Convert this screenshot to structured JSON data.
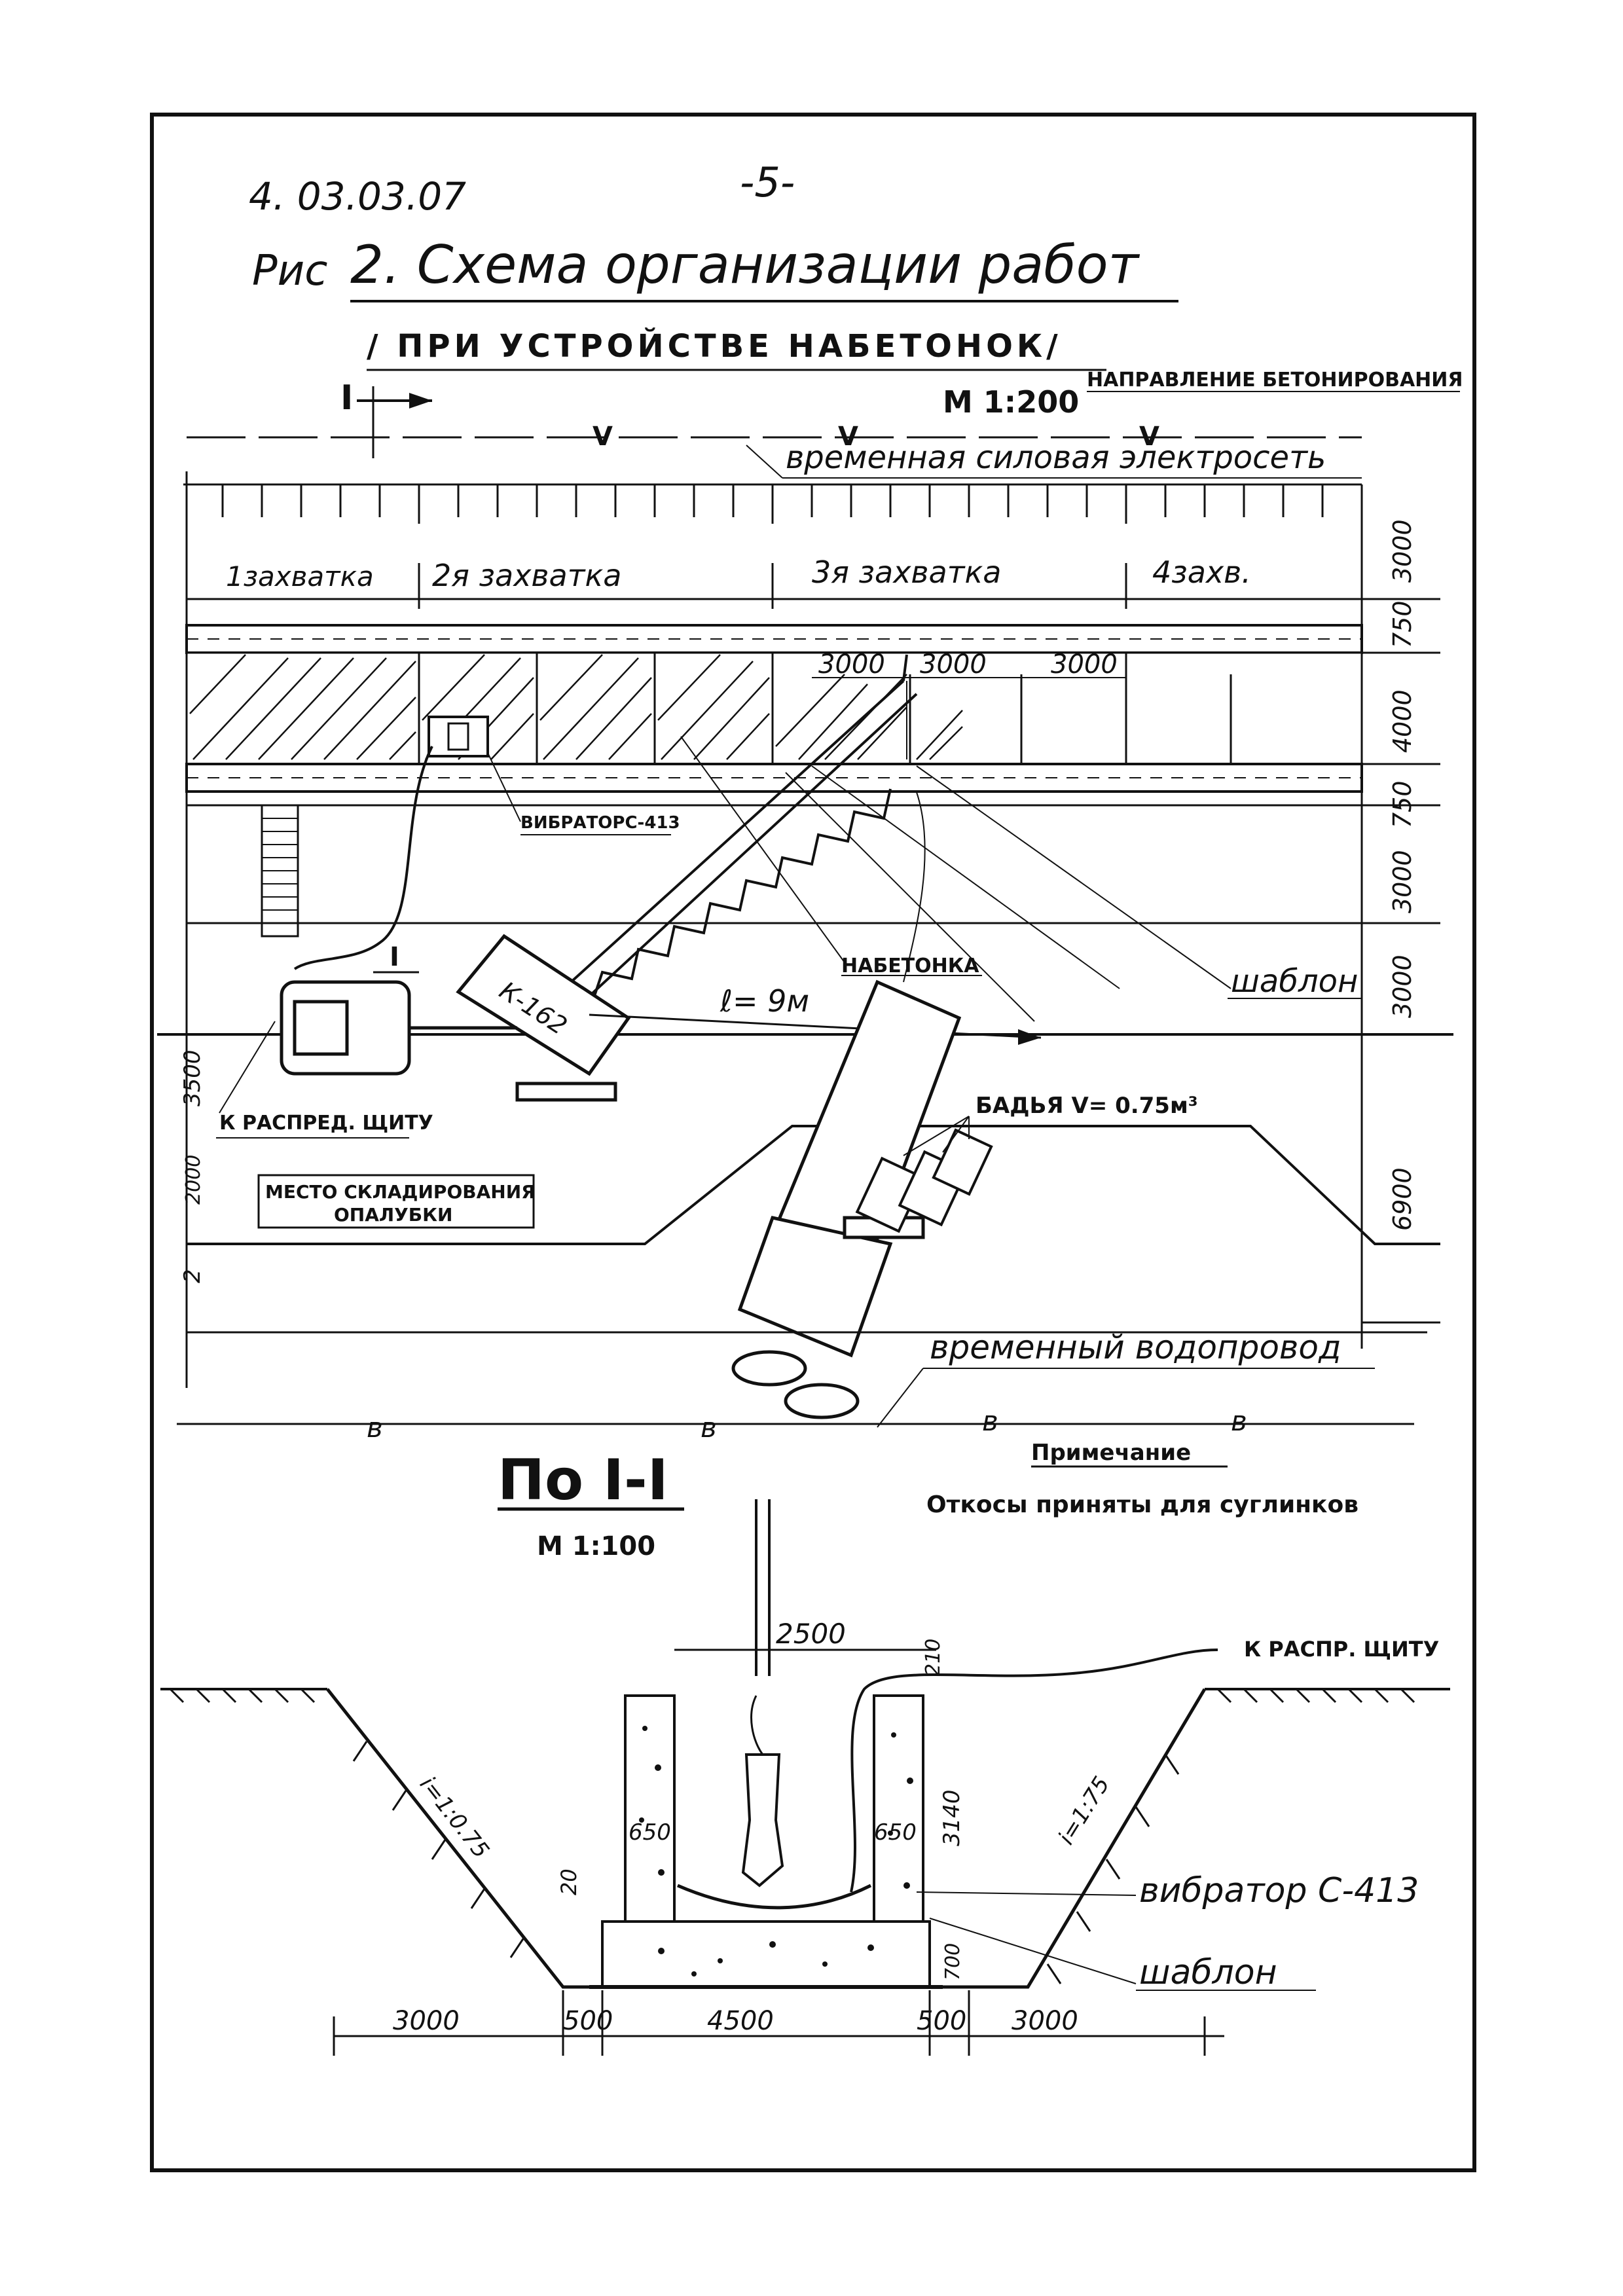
{
  "header": {
    "doc_number": "4. 03.03.07",
    "page_number": "-5-",
    "figure_prefix": "Рис",
    "figure_title": "2. Схема организации работ",
    "subtitle": "/ ПРИ УСТРОЙСТВЕ НАБЕТОНОК/",
    "direction_label": "НАПРАВЛЕНИЕ БЕТОНИРОВАНИЯ",
    "plan_scale": "М 1:200",
    "section_mark": "I"
  },
  "plan": {
    "power_line_label": "временная силовая электросеть",
    "power_line_mark": "V",
    "zones": [
      "1захватка",
      "2я захватка",
      "3я захватка",
      "4захв."
    ],
    "bay_dims": [
      "3000",
      "3000",
      "3000"
    ],
    "right_dims": [
      "3000",
      "750",
      "4000",
      "750",
      "3000",
      "3000"
    ],
    "left_dims": [
      "3500",
      "2000",
      "2"
    ],
    "right_dim_bottom": "6900",
    "vibrator_label": "ВИБРАТОРС-413",
    "crane_label": "К-162",
    "reach_label": "ℓ= 9м",
    "nabetonka_label": "НАБЕТОНКА",
    "template_label": "шаблон",
    "panel_label": "К РАСПРЕД. ЩИТУ",
    "bucket_label": "БАДЬЯ V= 0.75м³",
    "storage_label": [
      "МЕСТО СКЛАДИРОВАНИЯ",
      "ОПАЛУБКИ"
    ],
    "water_label": "временный водопровод",
    "bottom_dims": [
      "в",
      "в",
      "в",
      "в"
    ],
    "note_title": "Примечание",
    "note_text": "Откосы приняты для суглинков"
  },
  "section": {
    "title": "По I-I",
    "scale": "М 1:100",
    "top_dim": "2500",
    "top_small": "210",
    "panel_label": "К РАСПР. ЩИТУ",
    "left_slope": "i=1:0.75",
    "right_slope": "i=1:75",
    "wall_dim_left": "650",
    "wall_dim_right": "650",
    "height_dim": "3140",
    "gap_dim": "20",
    "base_dim": "700",
    "vibrator_label": "вибратор С-413",
    "template_label": "шаблон",
    "bottom_dims": [
      "3000",
      "500",
      "4500",
      "500",
      "3000"
    ]
  }
}
